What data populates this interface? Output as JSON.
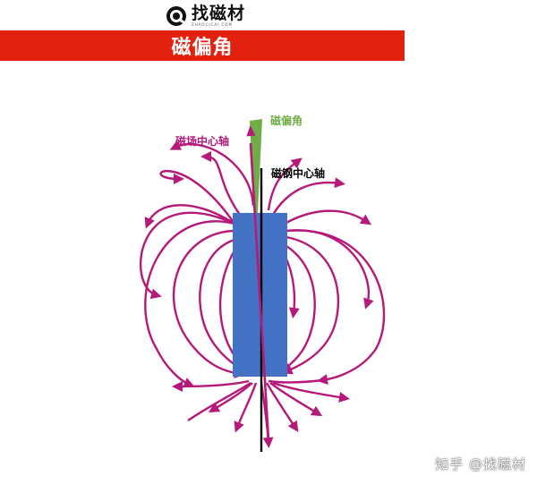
{
  "brand": {
    "name": "找磁材",
    "domain": "ZHAOCICAI.COM"
  },
  "title": "磁偏角",
  "labels": {
    "declination": "磁偏角",
    "field_axis": "磁场中心轴",
    "magnet_axis": "磁钢中心轴"
  },
  "watermark": "知乎 @找磁材",
  "colors": {
    "title_bar": "#e2210e",
    "field_lines": "#b5197a",
    "magnet": "#4472c4",
    "declination_wedge": "#71ad47",
    "magnet_axis": "#000000"
  }
}
